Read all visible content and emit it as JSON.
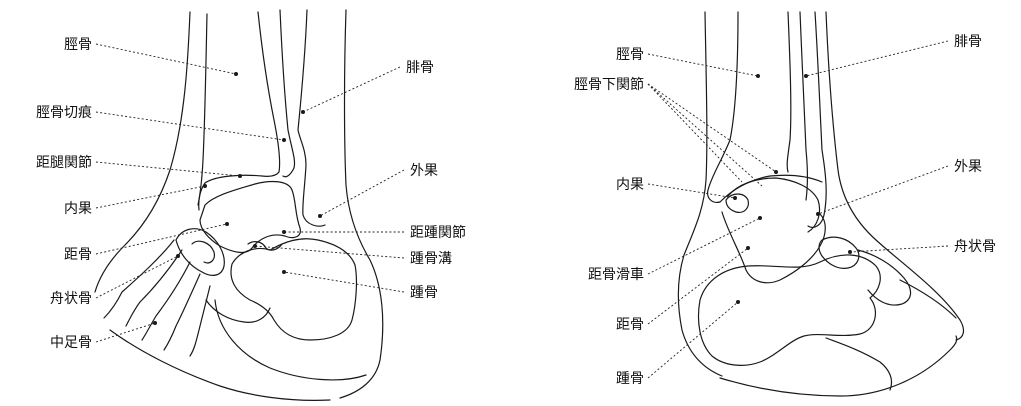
{
  "colors": {
    "line": "#1a1a1a",
    "background": "#ffffff"
  },
  "left_view": {
    "tibia": "脛骨",
    "fibula": "腓骨",
    "fibular_notch": "脛骨切痕",
    "talocrural_joint": "距腿関節",
    "medial_malleolus": "内果",
    "lateral_malleolus": "外果",
    "talocalcaneal_joint": "距踵関節",
    "talus": "距骨",
    "calcaneal_sulcus": "踵骨溝",
    "navicular": "舟状骨",
    "calcaneus": "踵骨",
    "metatarsals": "中足骨"
  },
  "right_view": {
    "tibia": "脛骨",
    "fibula": "腓骨",
    "inferior_articular_surface": "脛骨下関節",
    "medial_malleolus": "内果",
    "lateral_malleolus": "外果",
    "navicular": "舟状骨",
    "talar_trochlea": "距骨滑車",
    "talus": "距骨",
    "calcaneus": "踵骨"
  }
}
